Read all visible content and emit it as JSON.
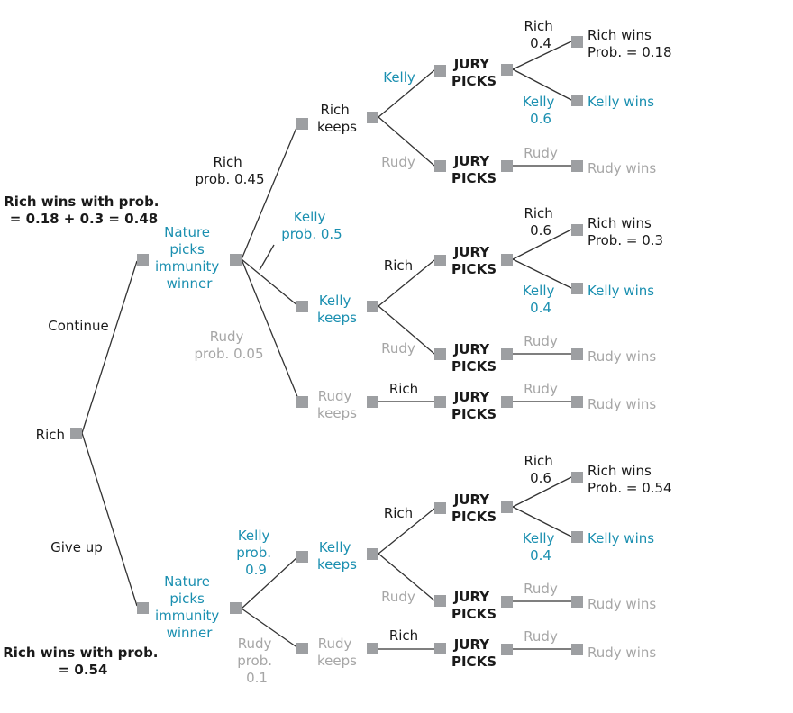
{
  "colors": {
    "rich": "#1a1a1a",
    "kelly": "#1a8fb0",
    "rudy": "#a6a6a6",
    "node": "#9d9fa2",
    "edge": "#333333"
  },
  "summary": {
    "continue_result": [
      "Rich wins with prob.",
      "= 0.18 + 0.3 = 0.48"
    ],
    "giveup_result": [
      "Rich wins with prob.",
      "= 0.54"
    ]
  },
  "edge_labels": {
    "continue": "Continue",
    "give_up": "Give up"
  },
  "nodes": {
    "root": "Rich",
    "nature": [
      "Nature",
      "picks",
      "immunity",
      "winner"
    ],
    "rich_keeps": [
      "Rich",
      "keeps"
    ],
    "kelly_keeps": [
      "Kelly",
      "keeps"
    ],
    "rudy_keeps": [
      "Rudy",
      "keeps"
    ],
    "jury": [
      "JURY",
      "PICKS"
    ]
  },
  "probabilities": {
    "rich_045": [
      "Rich",
      "prob. 0.45"
    ],
    "kelly_05": [
      "Kelly",
      "prob. 0.5"
    ],
    "rudy_005": [
      "Rudy",
      "prob. 0.05"
    ],
    "kelly_09": [
      "Kelly",
      "prob.",
      "0.9"
    ],
    "rudy_01": [
      "Rudy",
      "prob.",
      "0.1"
    ]
  },
  "choices": {
    "kelly": "Kelly",
    "rich": "Rich",
    "rudy": "Rudy"
  },
  "jury_votes": {
    "rich_04": [
      "Rich",
      "0.4"
    ],
    "kelly_06": [
      "Kelly",
      "0.6"
    ],
    "rich_06": [
      "Rich",
      "0.6"
    ],
    "kelly_04": [
      "Kelly",
      "0.4"
    ],
    "rudy": "Rudy"
  },
  "outcomes": {
    "rich_wins": "Rich wins",
    "kelly_wins": "Kelly wins",
    "rudy_wins": "Rudy wins",
    "prob_018": "Prob. = 0.18",
    "prob_03": "Prob. = 0.3",
    "prob_054": "Prob. = 0.54"
  }
}
